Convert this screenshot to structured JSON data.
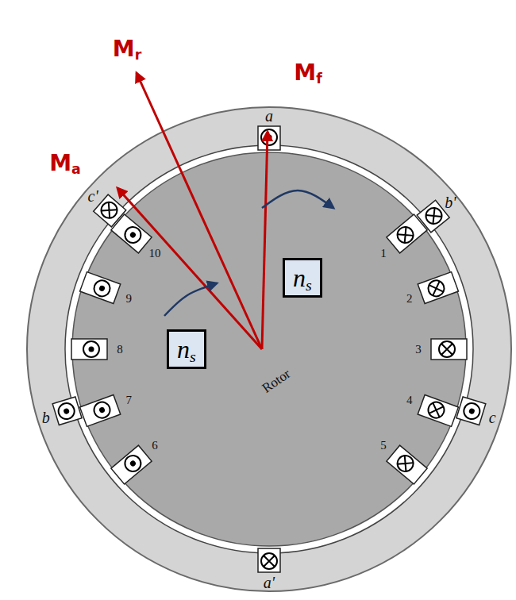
{
  "diagram": {
    "nodes": [
      {
        "text": [
          "ns"
        ]
      },
      {
        "text": [
          "ns"
        ]
      }
    ],
    "labels": [
      "Mr",
      "Mf",
      "Ma",
      "a",
      "b'",
      "c",
      "a'",
      "b",
      "c'",
      "1",
      "2",
      "3",
      "4",
      "5",
      "6",
      "7",
      "8",
      "9",
      "10",
      "Rotor"
    ]
  }
}
